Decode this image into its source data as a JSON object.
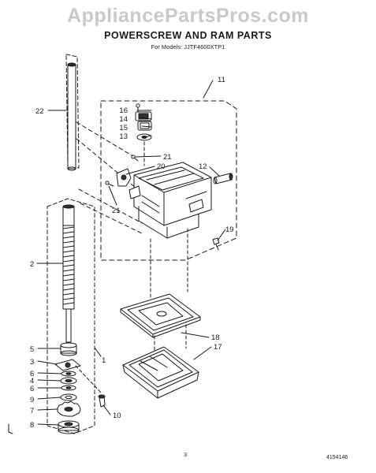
{
  "watermark": "AppliancePartsPros.com",
  "title": "POWERSCREW AND RAM PARTS",
  "subtitle": "For Models: JJTF4600XTP1",
  "page_number": "3",
  "doc_number": "4154146",
  "callouts": {
    "c1": "1",
    "c2": "2",
    "c3": "3",
    "c4": "4",
    "c5": "5",
    "c6a": "6",
    "c6b": "6",
    "c7": "7",
    "c8": "8",
    "c9": "9",
    "c10": "10",
    "c11": "11",
    "c12": "12",
    "c13": "13",
    "c14": "14",
    "c15": "15",
    "c16": "16",
    "c17": "17",
    "c18": "18",
    "c19": "19",
    "c20": "20",
    "c21a": "21",
    "c21b": "21",
    "c22": "22"
  }
}
